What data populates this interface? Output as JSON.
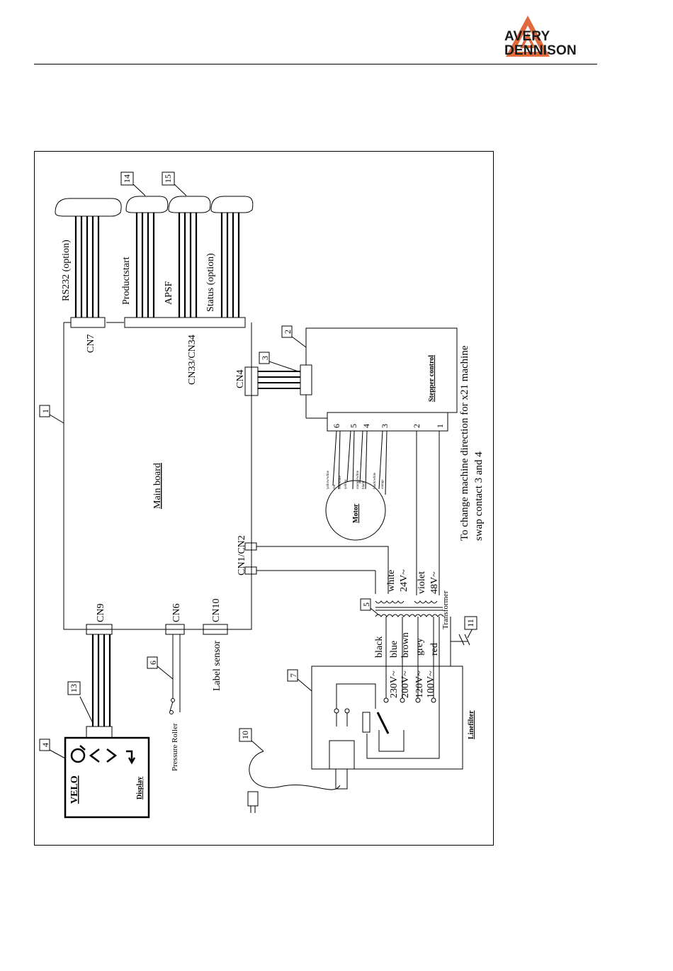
{
  "header": {
    "brand_line1": "AVERY",
    "brand_line2": "DENNISON",
    "logo_color": "#e06a3c"
  },
  "diagram": {
    "callouts": [
      "1",
      "2",
      "3",
      "4",
      "5",
      "6",
      "7",
      "10",
      "11",
      "13",
      "14",
      "15"
    ],
    "connectors": {
      "cn7": "CN7",
      "cn33_34": "CN33/CN34",
      "cn4": "CN4",
      "cn1_2": "CN1/CN2",
      "cn9": "CN9",
      "cn6": "CN6",
      "cn10": "CN10"
    },
    "ports": {
      "rs232": "RS232 (option)",
      "productstart": "Productstart",
      "apsf": "APSF",
      "status": "Status (option)"
    },
    "blocks": {
      "main_board": "Main board",
      "stepper_control": "Stepper control",
      "motor": "Motor",
      "display": "Display",
      "display_brand": "VELO",
      "linefilter": "Linefilter",
      "transformer": "Transformer",
      "label_sensor": "Label sensor",
      "pressure_roller": "Pressure Roller"
    },
    "stepper_pins": [
      "6",
      "5",
      "4",
      "3",
      "2",
      "1"
    ],
    "motor_wires": [
      "yellow/white",
      "red",
      "red/white",
      "yellow",
      "orange/white",
      "black",
      "black/white",
      "orange"
    ],
    "secondary": [
      {
        "color": "white",
        "voltage": "24V~"
      },
      {
        "color": "violet",
        "voltage": "48V~"
      }
    ],
    "primary_colors": [
      "black",
      "blue",
      "brown",
      "grey",
      "red"
    ],
    "primary_voltages": [
      "230V~",
      "200V~",
      "120V~",
      "100V~"
    ],
    "note_line1": "To change machine direction for x21 machine",
    "note_line2": "swap contact 3 and 4"
  }
}
